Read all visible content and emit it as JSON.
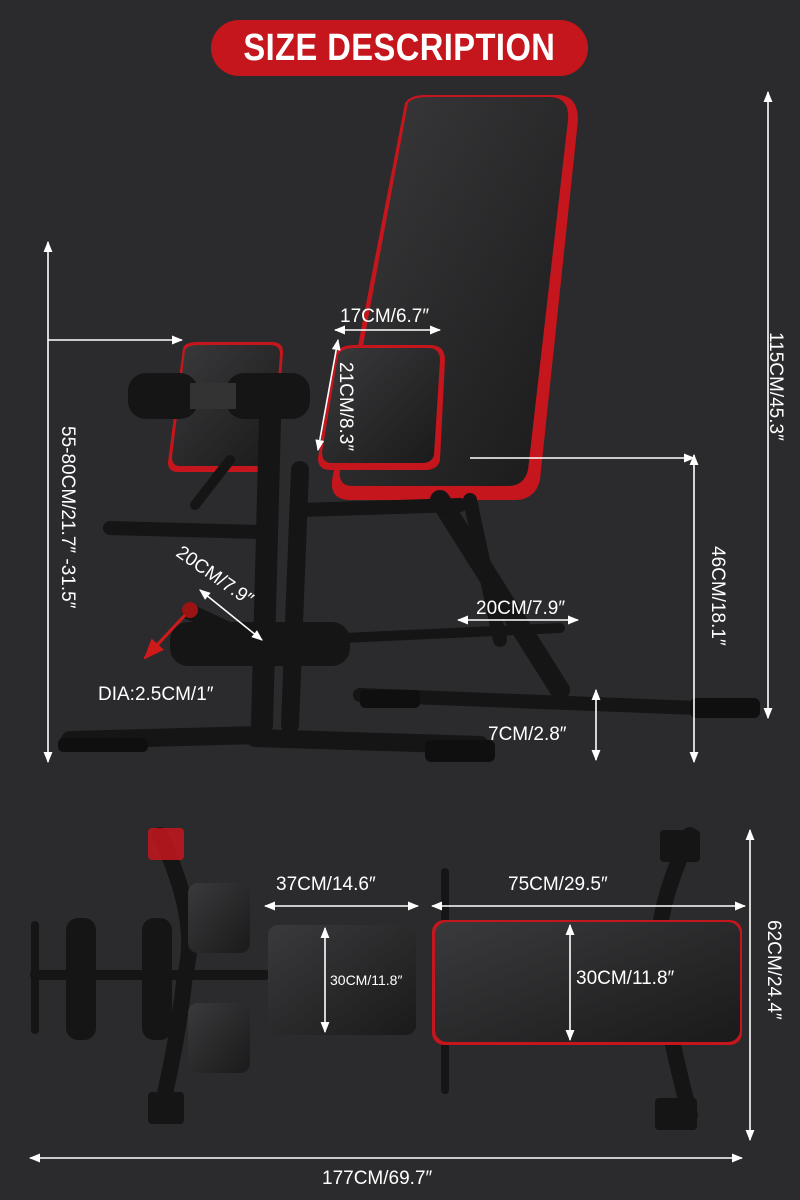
{
  "title": "SIZE DESCRIPTION",
  "colors": {
    "background": "#2b2b2d",
    "accent": "#c4161c",
    "dimension_line": "#ffffff"
  },
  "side_view": {
    "backrest_length": "115CM/45.3″",
    "seat_pad_width": "17CM/6.7″",
    "seat_pad_length": "21CM/8.3″",
    "height_range": "55-80CM/21.7″ -31.5″",
    "seat_height": "46CM/18.1″",
    "roller_length": "20CM/7.9″",
    "handle_length": "20CM/7.9″",
    "tube_diameter": "DIA:2.5CM/1″",
    "foot_height": "7CM/2.8″"
  },
  "top_view": {
    "seat_length": "37CM/14.6″",
    "backrest_length": "75CM/29.5″",
    "seat_width": "30CM/11.8″",
    "backrest_width": "30CM/11.8″",
    "base_width": "62CM/24.4″",
    "total_length": "177CM/69.7″"
  }
}
